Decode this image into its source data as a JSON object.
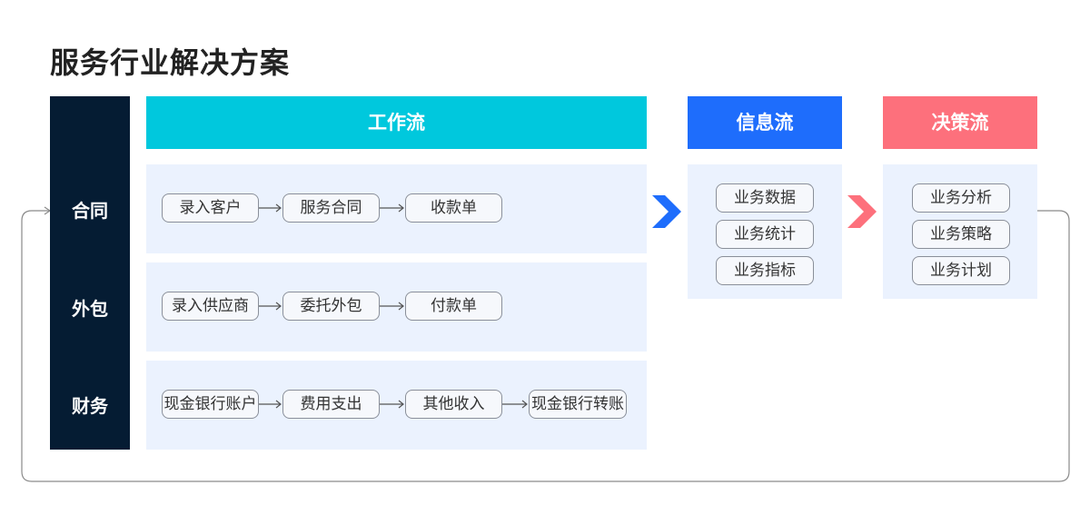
{
  "title": "服务行业解决方案",
  "categories": [
    "合同",
    "外包",
    "财务"
  ],
  "headers": {
    "workflow": "工作流",
    "info": "信息流",
    "decision": "决策流"
  },
  "workflow_rows": [
    [
      "录入客户",
      "服务合同",
      "收款单"
    ],
    [
      "录入供应商",
      "委托外包",
      "付款单"
    ],
    [
      "现金银行账户",
      "费用支出",
      "其他收入",
      "现金银行转账"
    ]
  ],
  "info_items": [
    "业务数据",
    "业务统计",
    "业务指标"
  ],
  "decision_items": [
    "业务分析",
    "业务策略",
    "业务计划"
  ],
  "colors": {
    "workflow_header": "#00c8dd",
    "info_header": "#1e6dfc",
    "decision_header": "#fd707c",
    "sidebar": "#051c33",
    "panel": "#ebf2fe",
    "chevron_blue": "#1e6dfc",
    "chevron_red": "#fd707c"
  }
}
